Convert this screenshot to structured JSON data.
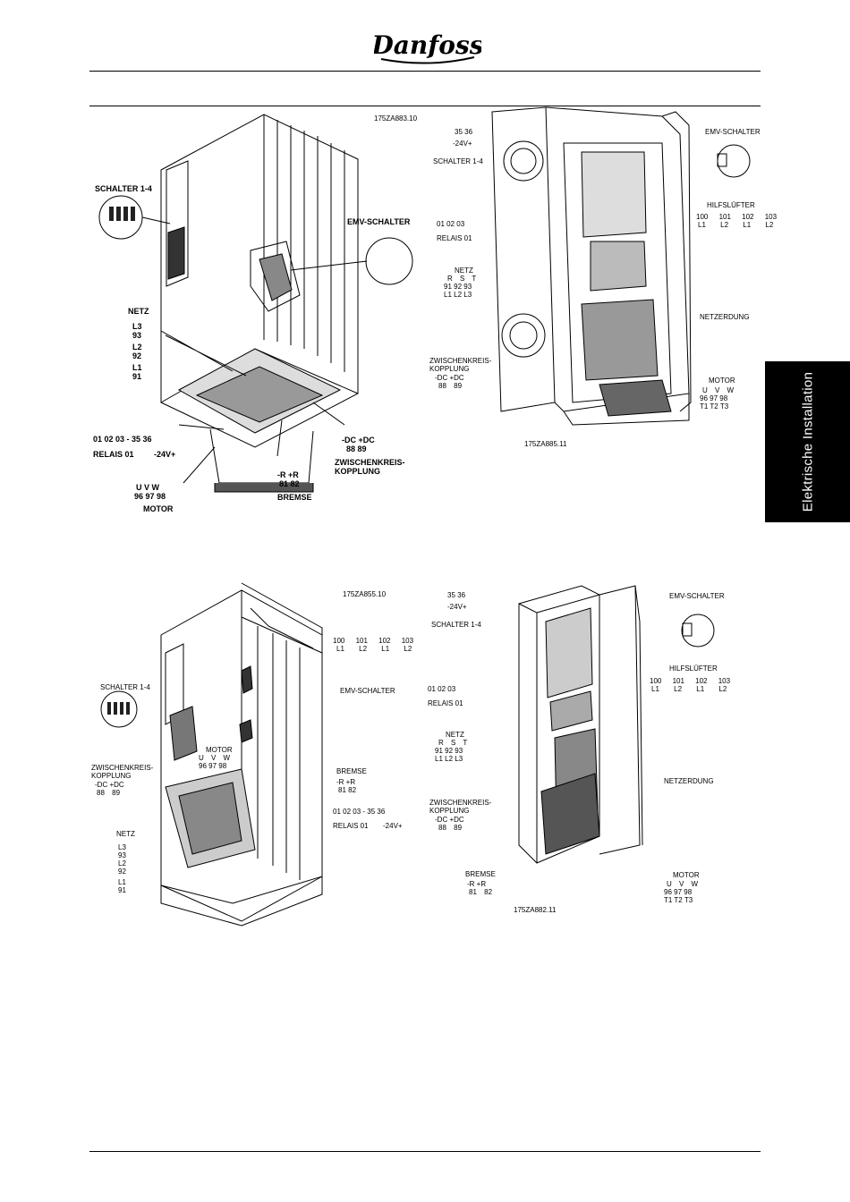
{
  "header": {
    "brand": "Danfoss"
  },
  "side_tab": {
    "label": "Elektrische Installation"
  },
  "figures": {
    "top_left": {
      "code": "175ZA883.10",
      "schalter": "SCHALTER 1-4",
      "emv": "EMV-SCHALTER",
      "netz": "NETZ",
      "l3": "L3",
      "n93": "93",
      "l2": "L2",
      "n92": "92",
      "l1": "L1",
      "n91": "91",
      "relais_nums": "01 02 03 - 35 36",
      "relais": "RELAIS 01",
      "v24": "-24V+",
      "dc": "-DC +DC",
      "dc_nums": "88 89",
      "zk": "ZWISCHENKREIS-",
      "kopplung": "KOPPLUNG",
      "r": "-R +R",
      "r_nums": "81 82",
      "bremse": "BREMSE",
      "uvw": "U V W",
      "uvw_nums": "96 97 98",
      "motor": "MOTOR"
    },
    "top_right": {
      "code": "175ZA885.11",
      "nums_3536": "35 36",
      "v24": "-24V+",
      "schalter": "SCHALTER 1-4",
      "relais_nums": "01 02 03",
      "relais": "RELAIS 01",
      "emv": "EMV-SCHALTER",
      "hilf": "HILFSLÜFTER",
      "hilf_nums": "100 101 102 103",
      "hilf_l": "L1 L2 L1 L2",
      "netz": "NETZ",
      "rst": "R S T",
      "rst_nums": "91 92 93",
      "rst_l": "L1 L2 L3",
      "netzerdung": "NETZERDUNG",
      "zk": "ZWISCHENKREIS-",
      "kopplung": "KOPPLUNG",
      "dc": "-DC +DC",
      "dc_nums": "88 89",
      "motor": "MOTOR",
      "uvw": "U V W",
      "uvw_nums": "96 97 98",
      "t": "T1 T2 T3"
    },
    "bottom_left": {
      "code": "175ZA855.10",
      "hilf_nums": "100 101 102 103",
      "hilf_l": "L1 L2 L1 L2",
      "schalter": "SCHALTER 1-4",
      "emv": "EMV-SCHALTER",
      "motor": "MOTOR",
      "uvw": "U V W",
      "uvw_nums": "96 97 98",
      "zk": "ZWISCHENKREIS-",
      "kopplung": "KOPPLUNG",
      "dc": "-DC +DC",
      "dc_nums": "88 89",
      "bremse": "BREMSE",
      "r": "-R +R",
      "r_nums": "81 82",
      "relais_nums": "01 02 03 - 35 36",
      "relais": "RELAIS 01",
      "v24": "-24V+",
      "netz": "NETZ",
      "l3": "L3",
      "n93": "93",
      "l2": "L2",
      "n92": "92",
      "l1": "L1",
      "n91": "91"
    },
    "bottom_right": {
      "code": "175ZA882.11",
      "nums_3536": "35 36",
      "v24": "-24V+",
      "schalter": "SCHALTER 1-4",
      "relais_nums": "01 02 03",
      "relais": "RELAIS 01",
      "emv": "EMV-SCHALTER",
      "hilf": "HILFSLÜFTER",
      "hilf_nums": "100 101 102 103",
      "hilf_l": "L1 L2 L1 L2",
      "netz": "NETZ",
      "rst": "R S T",
      "rst_nums": "91 92 93",
      "rst_l": "L1 L2 L3",
      "netzerdung": "NETZERDUNG",
      "zk": "ZWISCHENKREIS-",
      "kopplung": "KOPPLUNG",
      "dc": "-DC +DC",
      "dc_nums": "88 89",
      "bremse": "BREMSE",
      "r": "-R +R",
      "r_nums": "81 82",
      "motor": "MOTOR",
      "uvw": "U V W",
      "uvw_nums": "96 97 98",
      "t": "T1 T2 T3"
    }
  }
}
